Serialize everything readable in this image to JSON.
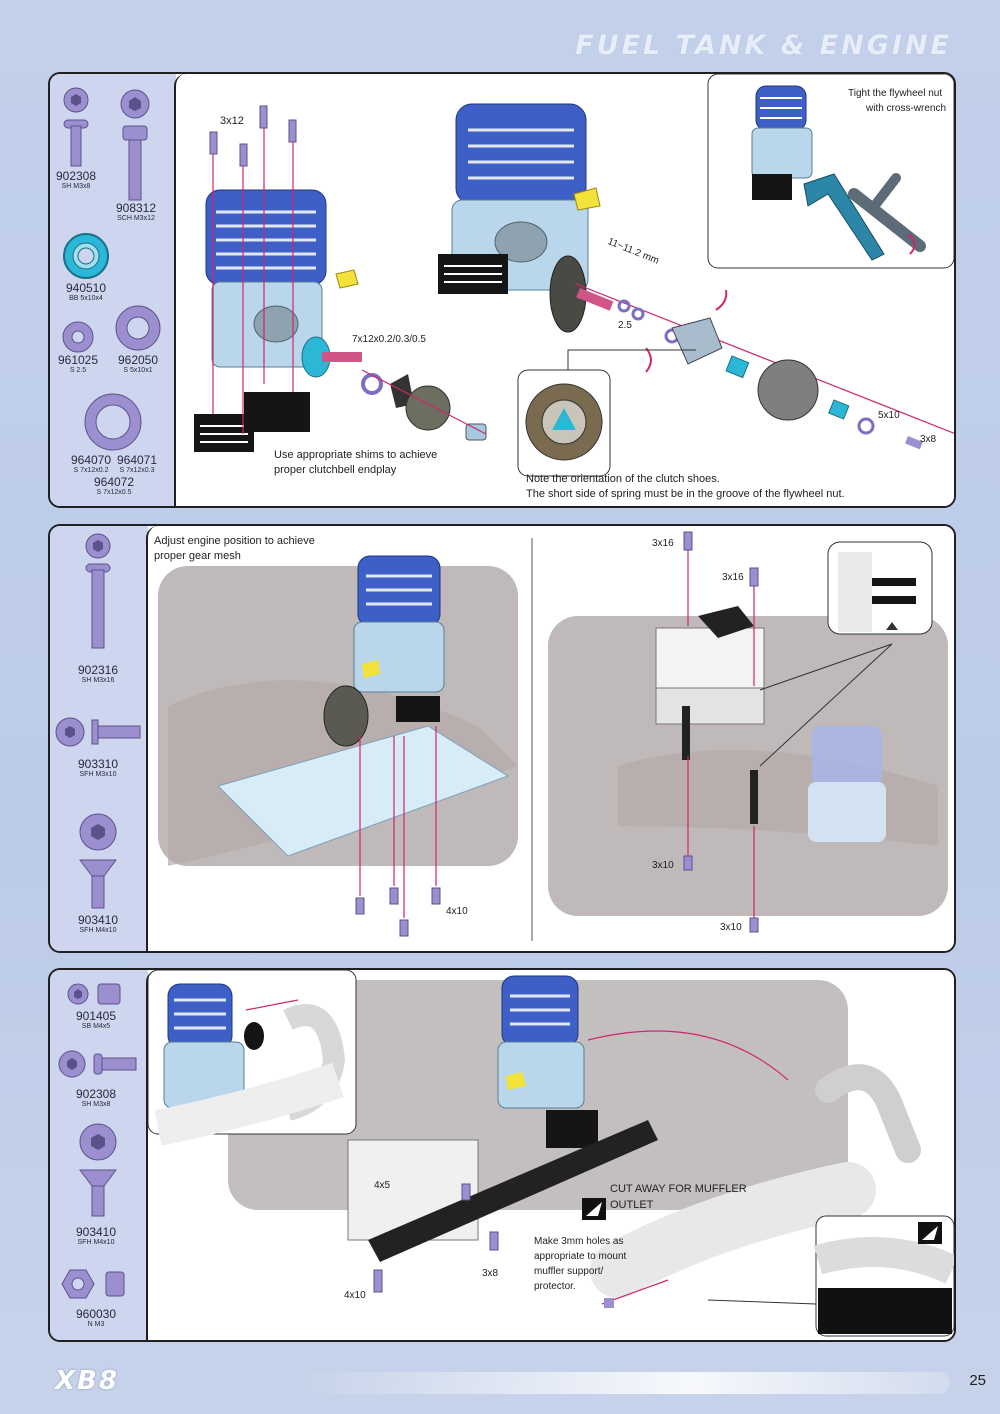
{
  "header": {
    "title": "FUEL TANK & ENGINE"
  },
  "footer": {
    "logo": "XB8",
    "page_number": "25"
  },
  "sections": [
    {
      "parts": [
        {
          "code": "902308",
          "desc": "SH M3x8"
        },
        {
          "code": "908312",
          "desc": "SCH M3x12"
        },
        {
          "code": "940510",
          "desc": "BB 5x10x4"
        },
        {
          "code": "961025",
          "desc": "S 2.5"
        },
        {
          "code": "962050",
          "desc": "S 5x10x1"
        },
        {
          "code": "964070",
          "desc": "S 7x12x0.2"
        },
        {
          "code": "964071",
          "desc": "S 7x12x0.3"
        },
        {
          "code": "964072",
          "desc": "S 7x12x0.5"
        }
      ],
      "labels": {
        "screw_3x12": "3x12",
        "shims_size": "7x12x0.2/0.3/0.5",
        "shims_note_1": "Use appropriate shims to achieve",
        "shims_note_2": "proper clutchbell endplay",
        "gap": "11~11.2 mm",
        "washer_2_5": "2.5",
        "bearing_5x10": "5x10",
        "screw_3x8": "3x8",
        "clutch_note_1": "Note the orientation of the clutch shoes.",
        "clutch_note_2": "The short side of spring must be in the groove of the flywheel nut.",
        "flywheel_note_1": "Tight the flywheel nut",
        "flywheel_note_2": "with cross-wrench"
      }
    },
    {
      "parts": [
        {
          "code": "902316",
          "desc": "SH M3x16"
        },
        {
          "code": "903310",
          "desc": "SFH M3x10"
        },
        {
          "code": "903410",
          "desc": "SFH M4x10"
        }
      ],
      "labels": {
        "gear_note_1": "Adjust engine position to achieve",
        "gear_note_2": "proper gear mesh",
        "screw_4x10": "4x10",
        "screw_3x16_a": "3x16",
        "screw_3x16_b": "3x16",
        "screw_3x10_a": "3x10",
        "screw_3x10_b": "3x10"
      }
    },
    {
      "parts": [
        {
          "code": "901405",
          "desc": "SB M4x5"
        },
        {
          "code": "902308",
          "desc": "SH M3x8"
        },
        {
          "code": "903410",
          "desc": "SFH M4x10"
        },
        {
          "code": "960030",
          "desc": "N M3"
        }
      ],
      "labels": {
        "screw_4x5": "4x5",
        "screw_3x8": "3x8",
        "screw_4x10": "4x10",
        "muffler_note_1": "CUT AWAY FOR MUFFLER",
        "muffler_note_2": "OUTLET",
        "holes_note_1": "Make 3mm holes as",
        "holes_note_2": "appropriate to mount",
        "holes_note_3": "muffler support/",
        "holes_note_4": "protector."
      }
    }
  ],
  "colors": {
    "engine_blue": "#3d5fc6",
    "parts_purple": "#9c8fd0",
    "arrow_magenta": "#d0266f",
    "bearing_cyan": "#2bb7d6",
    "chassis_gray": "#8a7f7f",
    "highlight_yellow": "#f2e23a"
  }
}
